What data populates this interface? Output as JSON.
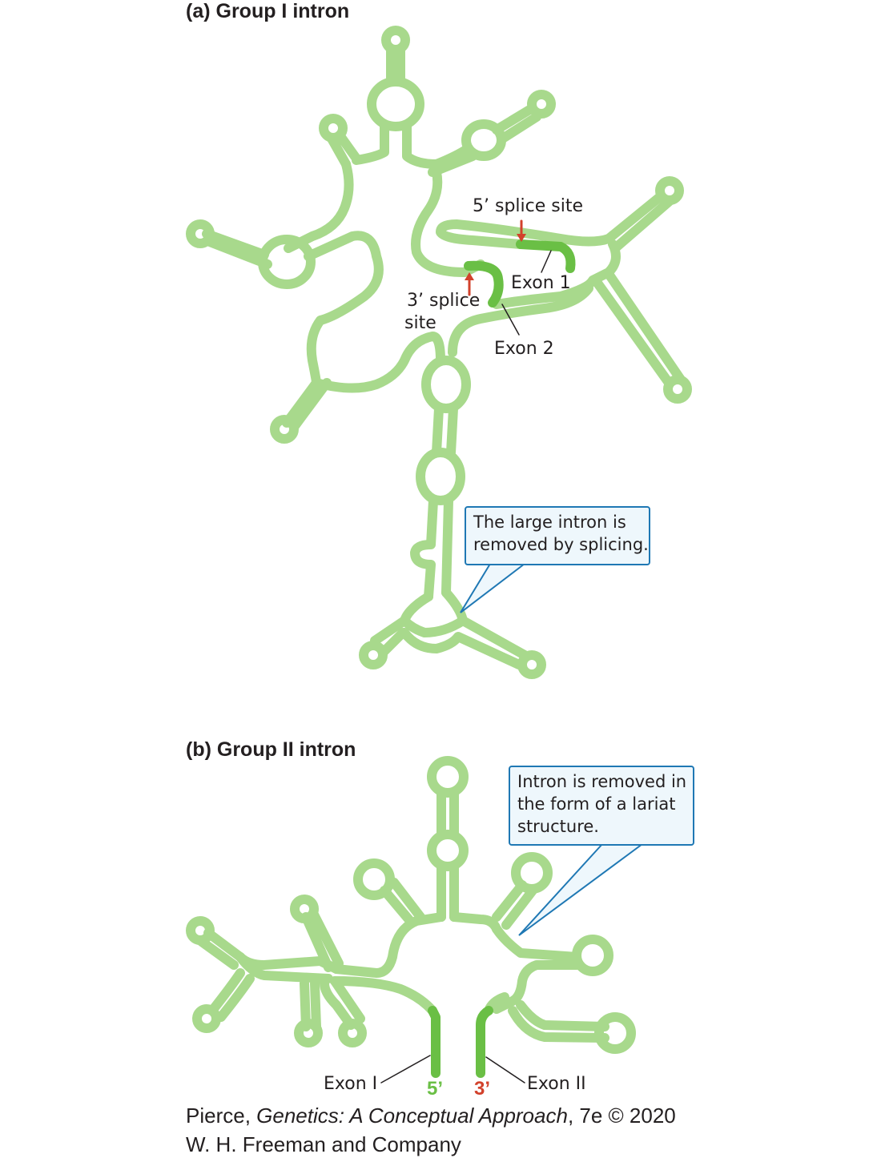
{
  "panel_a": {
    "heading": "(a) Group I intron",
    "five_prime_site_label": "5’ splice site",
    "three_prime_site_label_line1": "3’ splice",
    "three_prime_site_label_line2": "site",
    "exon1_label": "Exon 1",
    "exon2_label": "Exon 2",
    "callout_line1": "The large intron is",
    "callout_line2": "removed by splicing."
  },
  "panel_b": {
    "heading": "(b) Group II intron",
    "callout_line1": "Intron is removed in",
    "callout_line2": "the form of a lariat",
    "callout_line3": "structure.",
    "exon_left_label": "Exon I",
    "exon_right_label": "Exon II",
    "five_prime_end": "5’",
    "three_prime_end": "3’"
  },
  "credit": {
    "author": "Pierce, ",
    "book_title": "Genetics: A Conceptual Approach",
    "edition_year": ", 7e © 2020",
    "publisher": "W. H. Freeman and Company"
  },
  "colors": {
    "intron_rna": "#a8d98c",
    "exon_rna": "#6abf45",
    "splice_arrow": "#d2412b",
    "callout_border": "#1f78b4",
    "three_prime_text": "#d2412b",
    "five_prime_text": "#6abf45"
  }
}
